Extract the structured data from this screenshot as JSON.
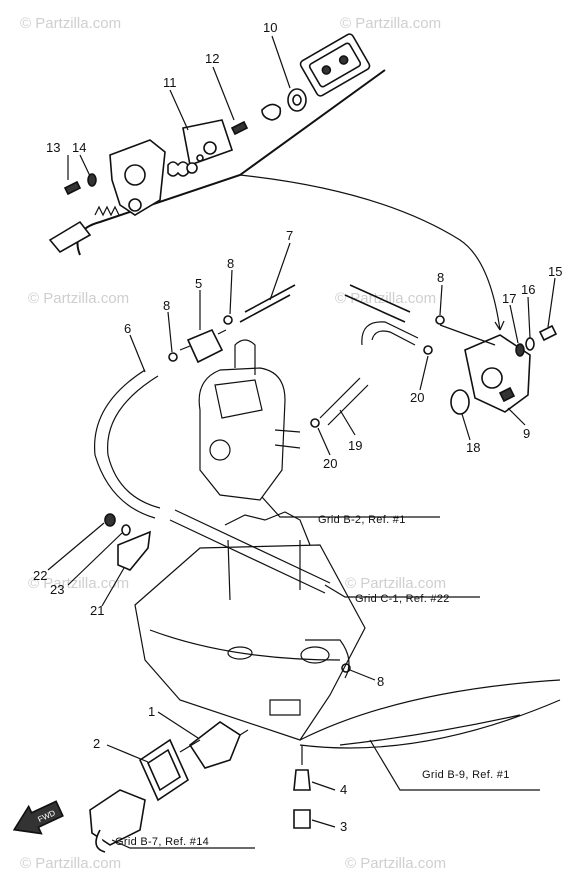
{
  "watermark": "© Partzilla.com",
  "callouts": {
    "c1": "1",
    "c2": "2",
    "c3": "3",
    "c4": "4",
    "c5": "5",
    "c6": "6",
    "c7": "7",
    "c8a": "8",
    "c8b": "8",
    "c8c": "8",
    "c8d": "8",
    "c9": "9",
    "c10": "10",
    "c11": "11",
    "c12": "12",
    "c13": "13",
    "c14": "14",
    "c15": "15",
    "c16": "16",
    "c17": "17",
    "c18": "18",
    "c19": "19",
    "c20a": "20",
    "c20b": "20",
    "c21": "21",
    "c22": "22",
    "c23": "23"
  },
  "refs": {
    "b2": "Grid B-2, Ref. #1",
    "c1": "Grid C-1, Ref. #22",
    "b9": "Grid B-9, Ref. #1",
    "b7": "Grid B-7, Ref. #14"
  },
  "fwd_label": "FWD"
}
